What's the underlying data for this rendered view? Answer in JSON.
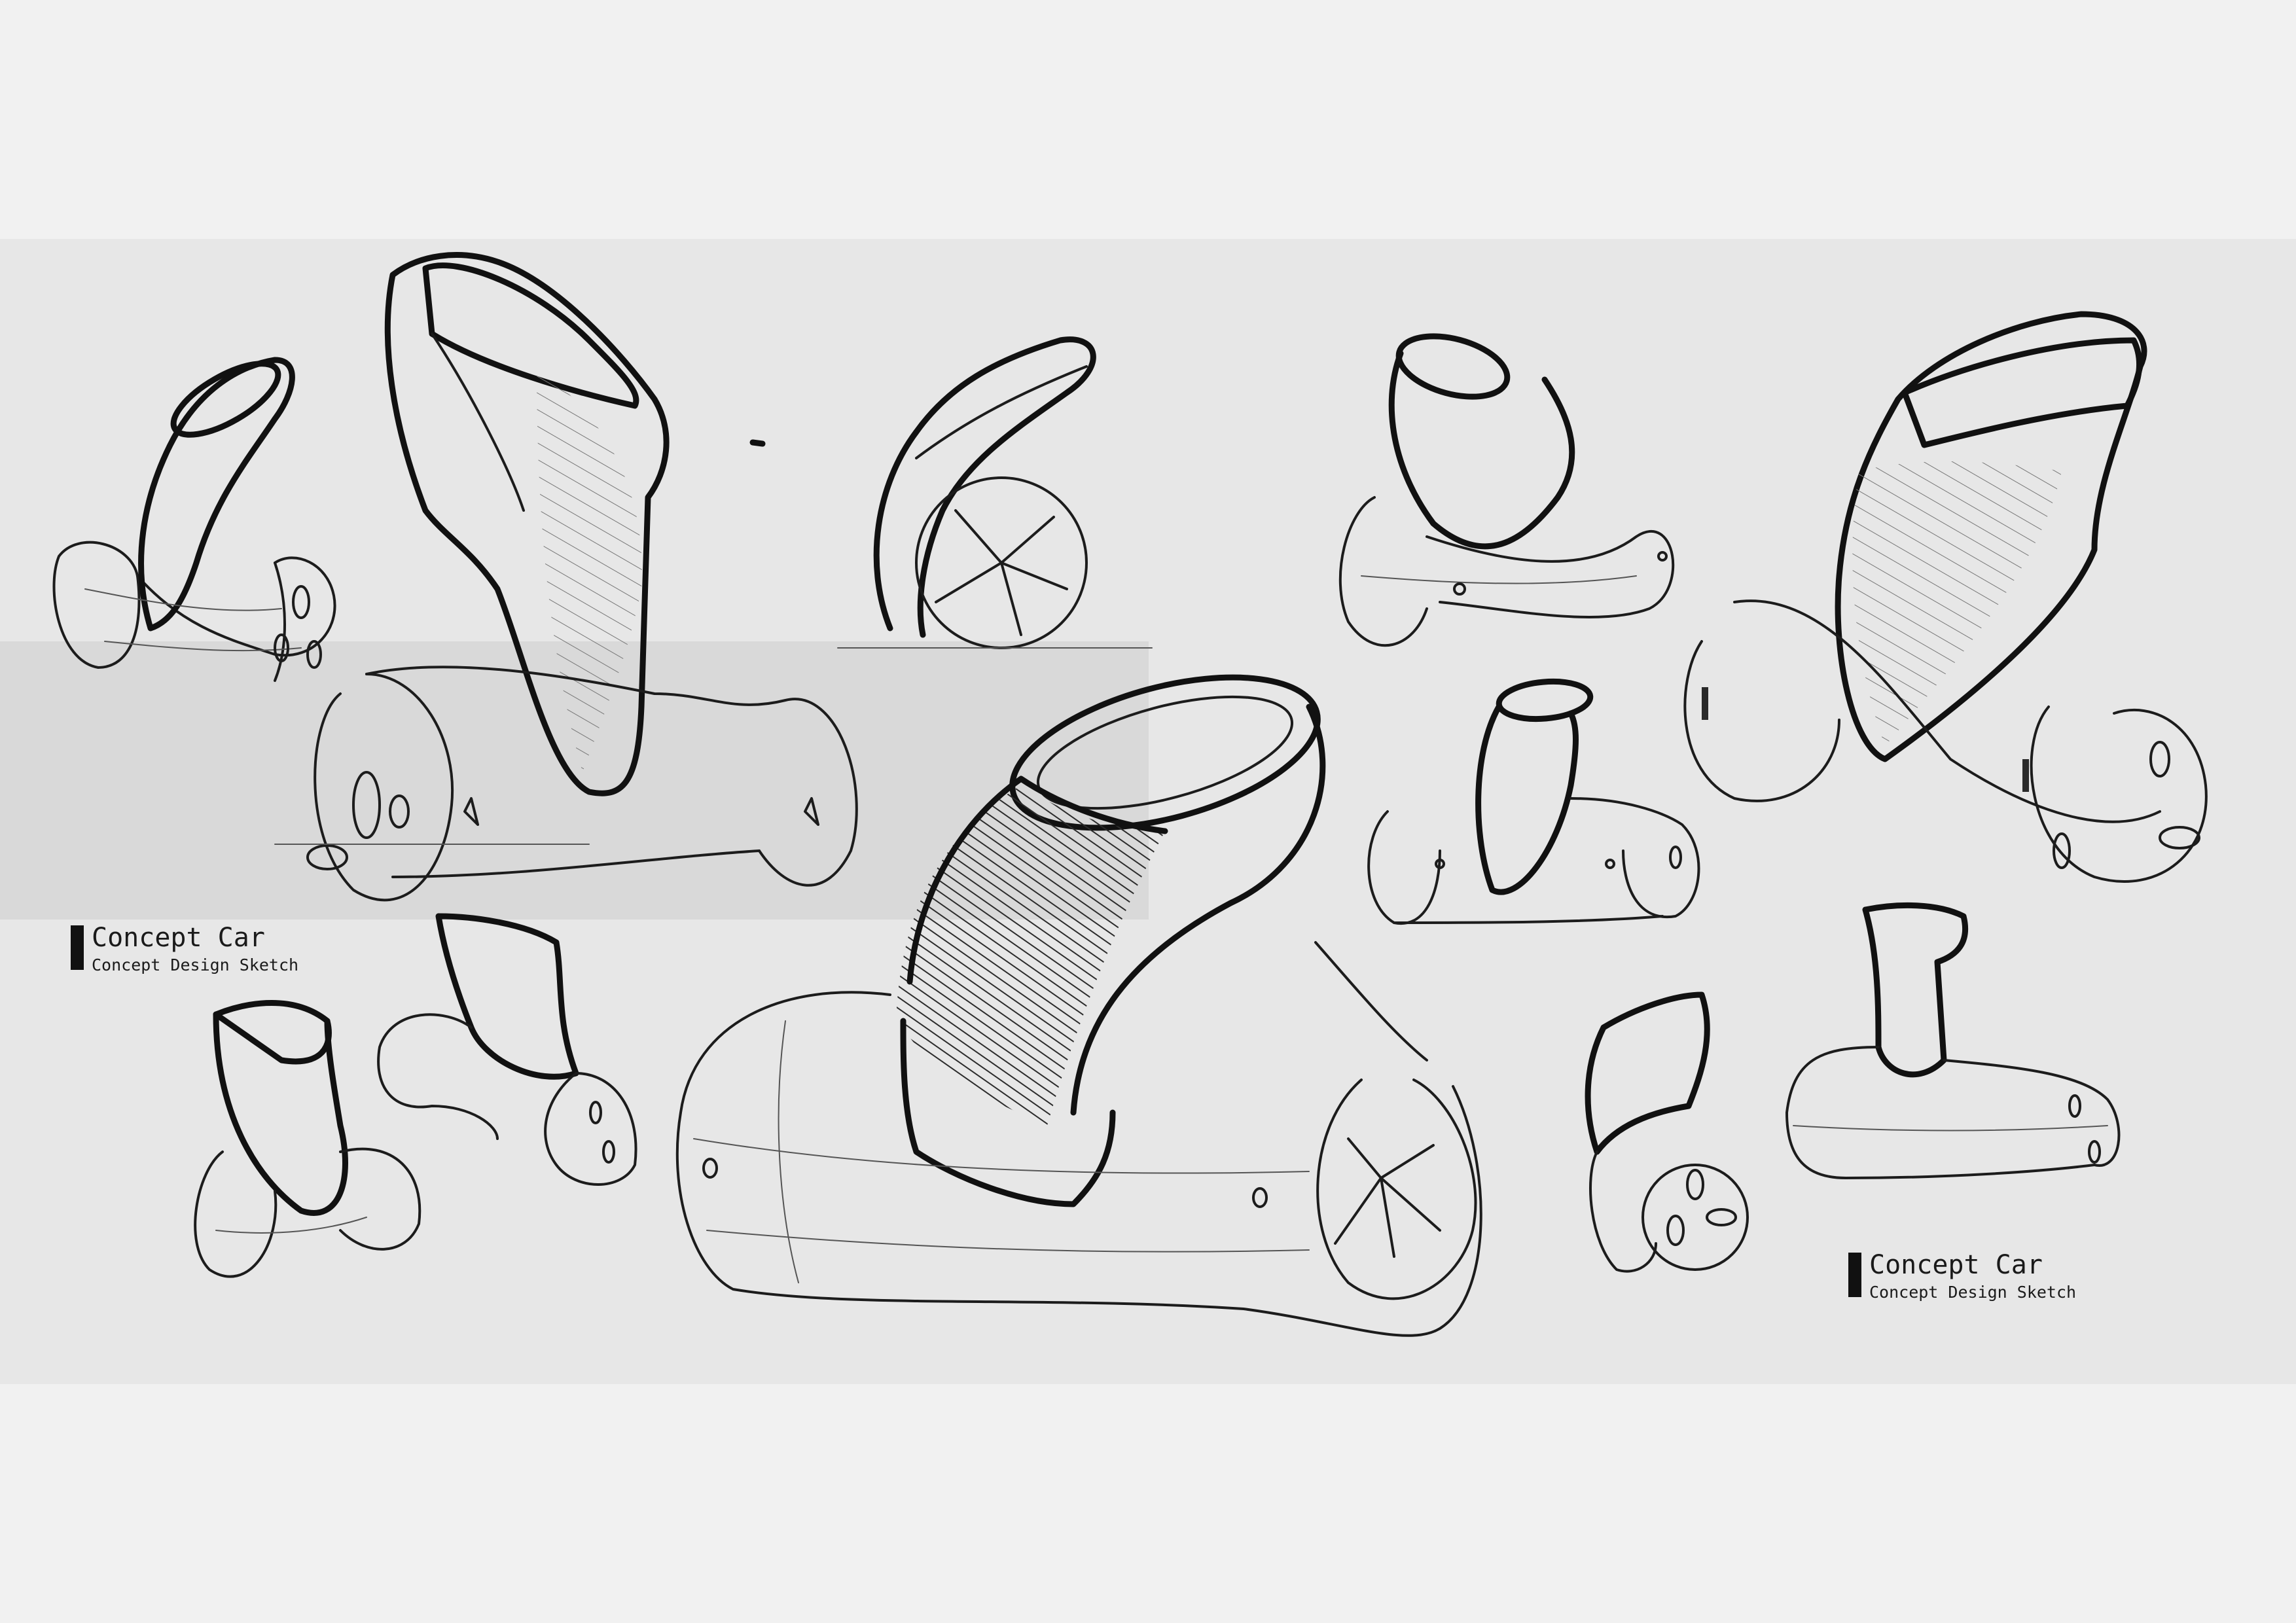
{
  "labels": [
    {
      "title": "Concept Car",
      "subtitle": "Concept Design Sketch"
    },
    {
      "title": "Concept Car",
      "subtitle": "Concept Design Sketch"
    }
  ]
}
